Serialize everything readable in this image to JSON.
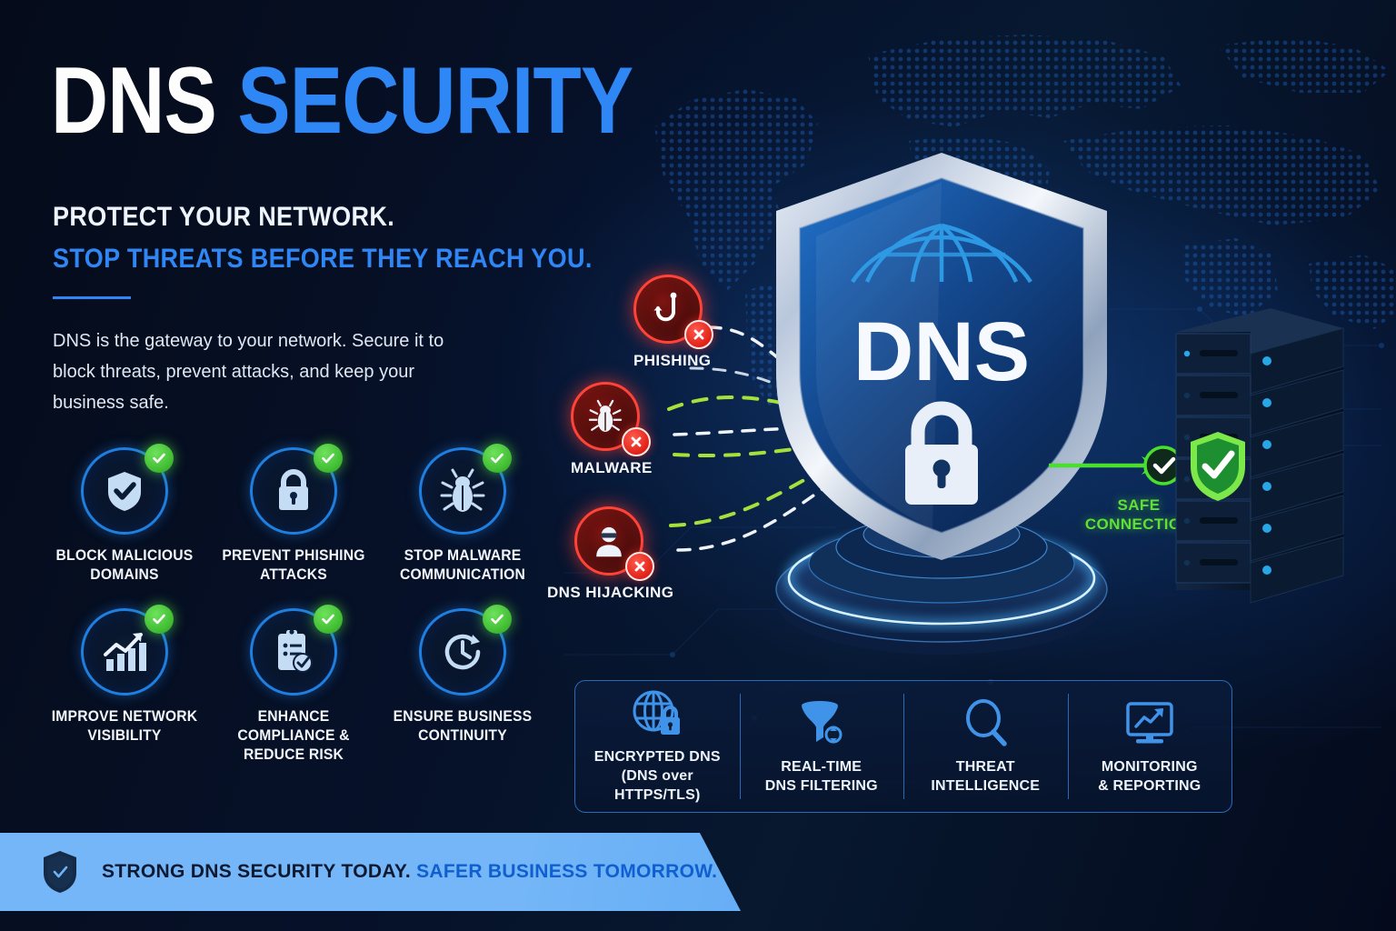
{
  "header": {
    "title_white": "DNS",
    "title_blue": "SECURITY",
    "subtitle_1": "PROTECT YOUR NETWORK.",
    "subtitle_2": "STOP THREATS BEFORE THEY REACH YOU.",
    "lede": "DNS is the gateway to your network. Secure it to block threats, prevent attacks, and keep your business safe."
  },
  "benefits": [
    {
      "icon": "shield-check-icon",
      "label": "BLOCK MALICIOUS DOMAINS",
      "badge": "check-badge"
    },
    {
      "icon": "padlock-icon",
      "label": "PREVENT PHISHING ATTACKS",
      "badge": "check-badge"
    },
    {
      "icon": "bug-icon",
      "label": "STOP MALWARE COMMUNICATION",
      "badge": "check-badge"
    },
    {
      "icon": "growth-chart-icon",
      "label": "IMPROVE NETWORK VISIBILITY",
      "badge": "check-badge"
    },
    {
      "icon": "clipboard-check-icon",
      "label": "ENHANCE COMPLIANCE & REDUCE RISK",
      "badge": "check-badge"
    },
    {
      "icon": "clock-icon",
      "label": "ENSURE BUSINESS CONTINUITY",
      "badge": "check-badge"
    }
  ],
  "threats": [
    {
      "icon": "fish-hook-icon",
      "label": "PHISHING",
      "badge": "x-badge"
    },
    {
      "icon": "bug-icon",
      "label": "MALWARE",
      "badge": "x-badge"
    },
    {
      "icon": "masked-person-icon",
      "label": "DNS HIJACKING",
      "badge": "x-badge"
    }
  ],
  "shield": {
    "text": "DNS",
    "globe_icon": "globe-icon",
    "lock_icon": "padlock-icon"
  },
  "safe_connection": {
    "line_1": "SAFE",
    "line_2": "CONNECTION",
    "icon": "green-check-circle-icon",
    "server_icon": "server-rack-icon",
    "server_badge": "green-shield-check-icon"
  },
  "capabilities": [
    {
      "icon": "globe-lock-icon",
      "line_1": "ENCRYPTED DNS",
      "line_2": "(DNS over HTTPS/TLS)"
    },
    {
      "icon": "filter-funnel-icon",
      "line_1": "REAL-TIME",
      "line_2": "DNS FILTERING"
    },
    {
      "icon": "magnifier-icon",
      "line_1": "THREAT",
      "line_2": "INTELLIGENCE"
    },
    {
      "icon": "monitor-chart-icon",
      "line_1": "MONITORING",
      "line_2": "& REPORTING"
    }
  ],
  "banner": {
    "icon": "shield-check-icon",
    "text_dark": "STRONG DNS SECURITY TODAY.",
    "text_accent": "SAFER BUSINESS TOMORROW."
  },
  "colors": {
    "background": "#05091a",
    "accent_blue": "#2f86f5",
    "ring_blue": "#1f7fe0",
    "threat_red": "#ff4338",
    "safe_green": "#5ee035",
    "badge_green": "#4cc93f",
    "banner_blue": "#74b6f7"
  }
}
